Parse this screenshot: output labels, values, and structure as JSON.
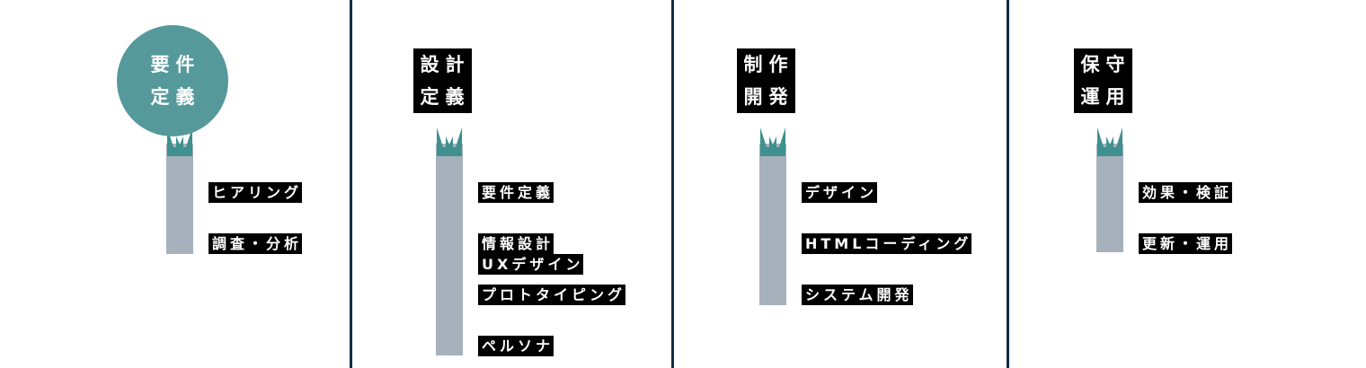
{
  "colors": {
    "bubble_teal": "#55999b",
    "marker_teal": "#3f908f",
    "bar_grey": "#a6b1bc",
    "divider_navy": "#0d2e4a",
    "label_bg": "#000000",
    "label_text": "#ffffff",
    "page_bg": "#ffffff"
  },
  "phases": [
    {
      "id": "requirements",
      "heading_style": "bubble",
      "heading_lines": [
        "要件",
        "定義"
      ],
      "steps": [
        {
          "lines": [
            "ヒアリング"
          ]
        },
        {
          "lines": [
            "調査・分析"
          ]
        }
      ]
    },
    {
      "id": "design-planning",
      "heading_style": "plain",
      "heading_lines": [
        "設計",
        "定義"
      ],
      "steps": [
        {
          "lines": [
            "要件定義"
          ]
        },
        {
          "lines": [
            "情報設計",
            "UXデザイン"
          ]
        },
        {
          "lines": [
            "プロトタイピング"
          ]
        },
        {
          "lines": [
            "ペルソナ"
          ]
        }
      ]
    },
    {
      "id": "production-development",
      "heading_style": "plain",
      "heading_lines": [
        "制作",
        "開発"
      ],
      "steps": [
        {
          "lines": [
            "デザイン"
          ]
        },
        {
          "lines": [
            "HTMLコーディング"
          ]
        },
        {
          "lines": [
            "システム開発"
          ]
        }
      ]
    },
    {
      "id": "maintenance-operation",
      "heading_style": "plain",
      "heading_lines": [
        "保守",
        "運用"
      ],
      "steps": [
        {
          "lines": [
            "効果・検証"
          ]
        },
        {
          "lines": [
            "更新・運用"
          ]
        }
      ]
    }
  ],
  "dividers": [
    389,
    747,
    1120
  ]
}
